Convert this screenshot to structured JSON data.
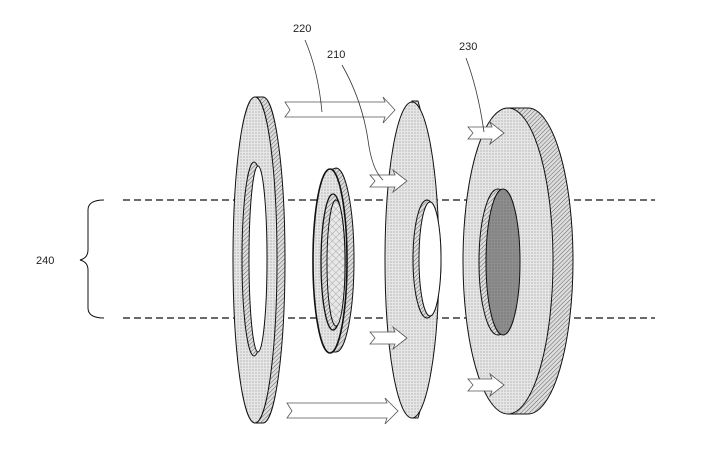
{
  "labels": {
    "ref_220": "220",
    "ref_210": "210",
    "ref_230": "230",
    "ref_240": "240"
  },
  "colors": {
    "stroke": "#111111",
    "face": "#e4e4e4",
    "dark_face": "#8a8a8a",
    "dashed": "#111111"
  }
}
